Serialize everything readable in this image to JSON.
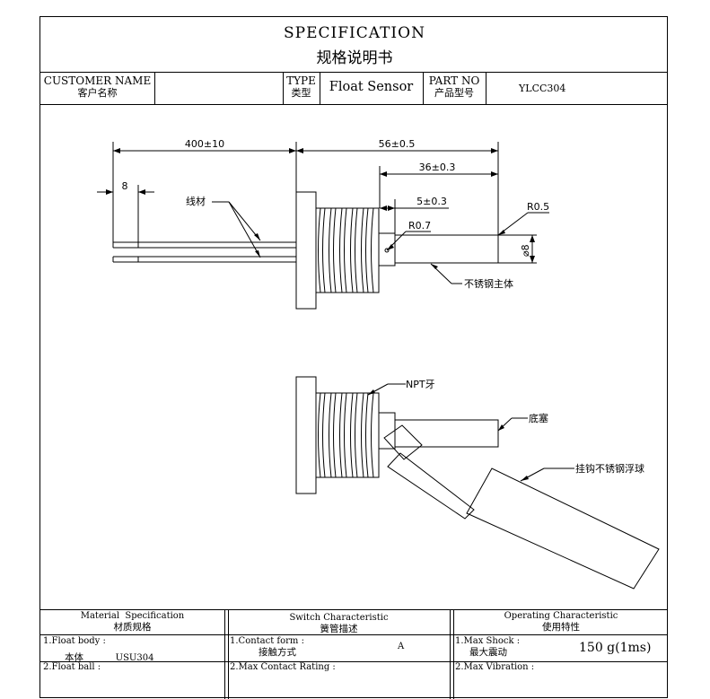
{
  "header": {
    "title_en": "SPECIFICATION",
    "title_cn": "规格说明书"
  },
  "info_row": {
    "customer_label_en": "CUSTOMER NAME",
    "customer_label_cn": "客户名称",
    "customer_value": "",
    "type_label_en": "TYPE",
    "type_label_cn": "类型",
    "type_value": "Float Sensor",
    "part_label_en": "PART NO",
    "part_label_cn": "产品型号",
    "part_value": "YLCC304"
  },
  "drawing": {
    "dim_400": "400±10",
    "dim_56": "56±0.5",
    "dim_36": "36±0.3",
    "dim_5": "5±0.3",
    "dim_8": "8",
    "r07": "R0.7",
    "r05": "R0.5",
    "dia8": "⌀8",
    "label_wire": "线材",
    "label_body": "不锈钢主体",
    "label_npt": "NPT牙",
    "label_plug": "底塞",
    "label_hook_ball": "挂钩不锈钢浮球"
  },
  "spec_table": {
    "material_en": "Material  Specification",
    "material_cn": "材质规格",
    "switch_en": "Switch Characteristic",
    "switch_cn": "簧管描述",
    "operating_en": "Operating Characteristic",
    "operating_cn": "使用特性",
    "row1_mat_en": "1.Float body :",
    "row1_mat_cn": "本体",
    "row1_mat_val": "USU304",
    "row1_sw_en": "1.Contact form :",
    "row1_sw_cn": "接触方式",
    "row1_sw_val": "A",
    "row1_op_en": "1.Max Shock :",
    "row1_op_cn": "最大震动",
    "row1_op_val": "150 g(1ms)",
    "row2_mat_en": "2.Float ball :",
    "row2_sw_en": "2.Max Contact Rating :",
    "row2_op_en": "2.Max Vibration :"
  }
}
